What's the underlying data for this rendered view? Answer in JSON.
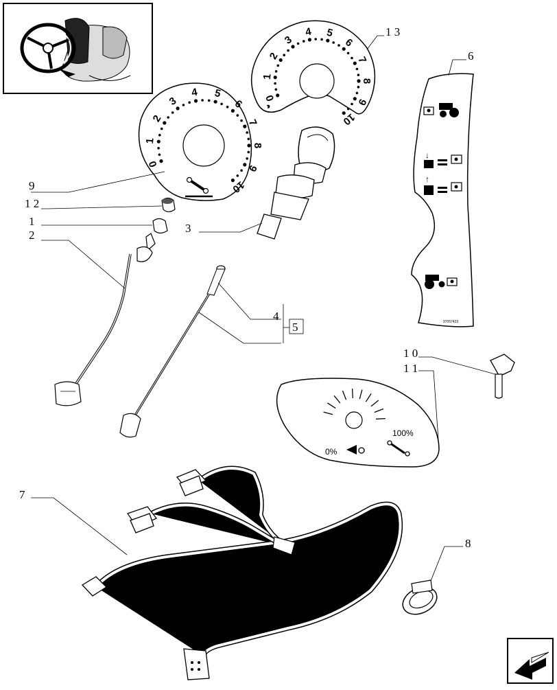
{
  "callouts": {
    "c1": "1",
    "c2": "2",
    "c3": "3",
    "c4": "4",
    "c5": "5",
    "c6": "6",
    "c7": "7",
    "c8": "8",
    "c9": "9",
    "c10": "1 0",
    "c11": "1 1",
    "c12": "1 2",
    "c13": "1 3"
  },
  "dial_numbers": [
    "0",
    "1",
    "2",
    "3",
    "4",
    "5",
    "6",
    "7",
    "8",
    "9",
    "10"
  ],
  "gauge": {
    "min_label": "0%",
    "max_label": "100%"
  },
  "decal_code": "97057433",
  "icons": {
    "thumbnail": "tractor-cab-steering-wheel-thumbnail",
    "nav": "previous-page-arrow-icon"
  }
}
